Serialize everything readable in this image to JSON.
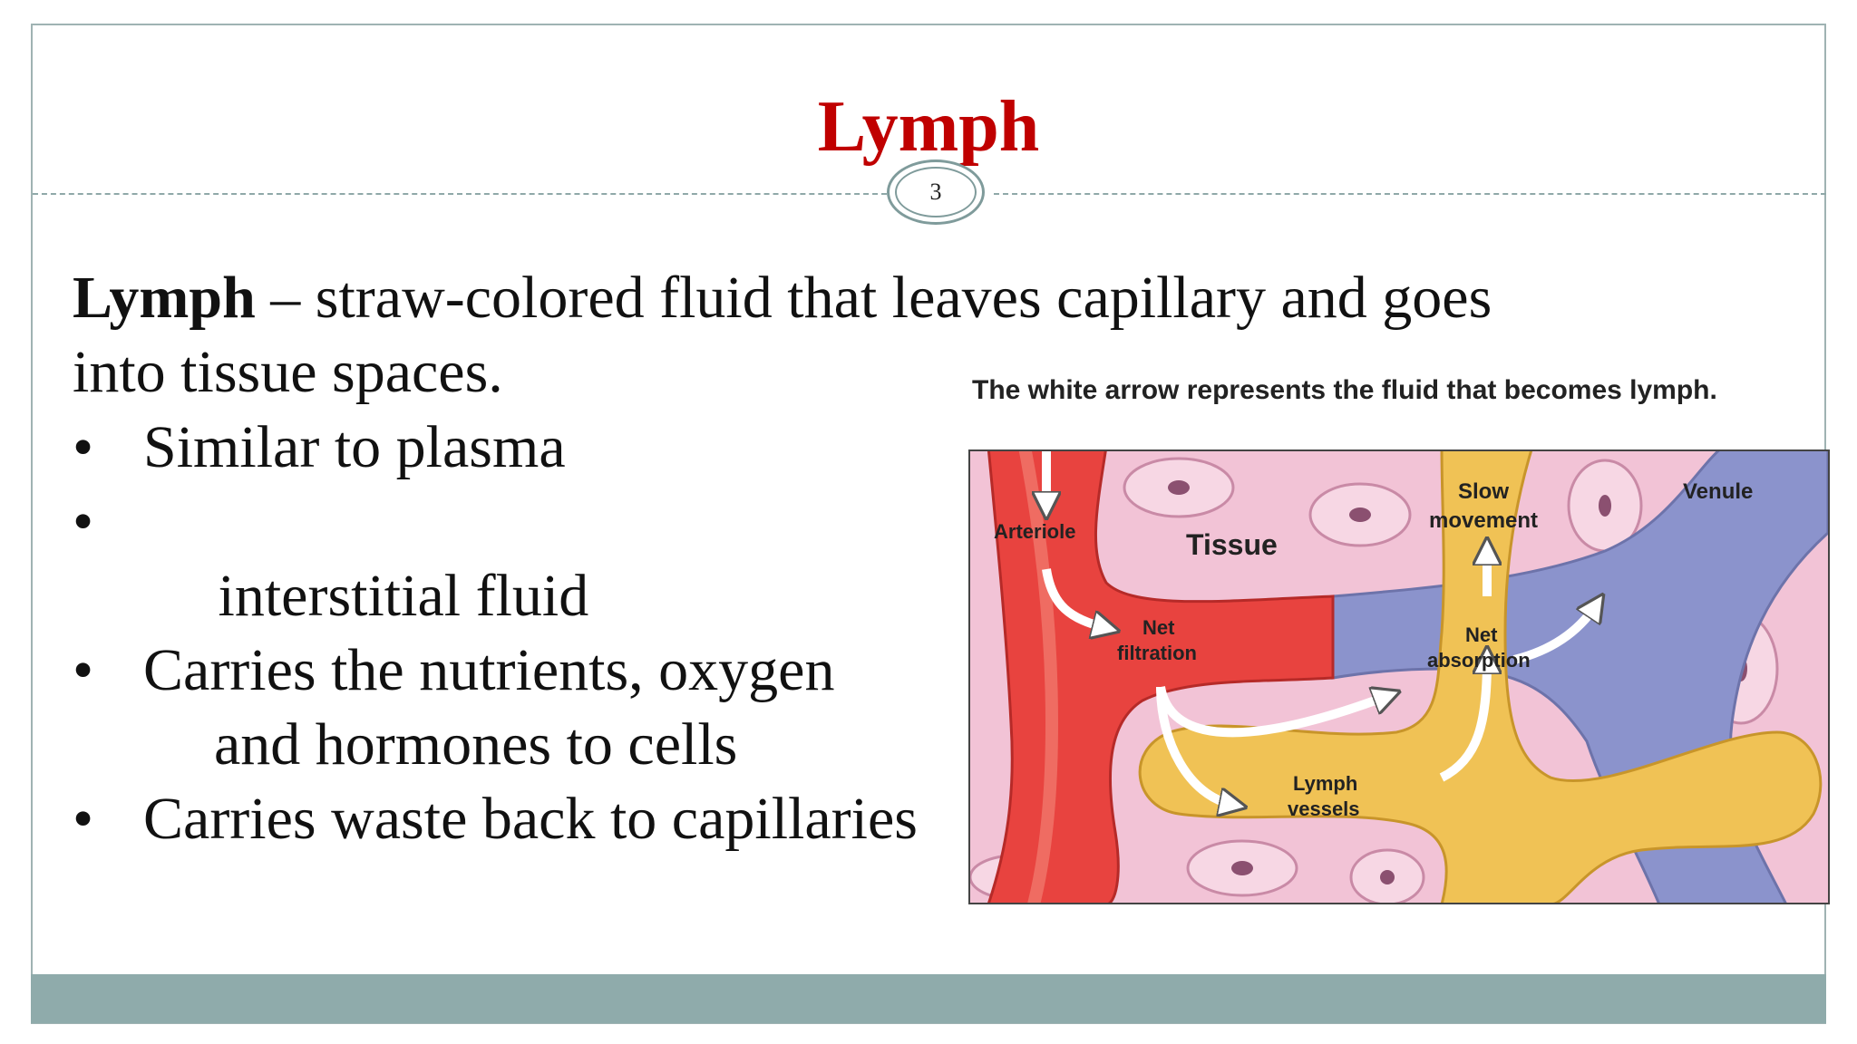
{
  "slide": {
    "title": "Lymph",
    "page_number": "3"
  },
  "content": {
    "definition_term": "Lymph",
    "definition_text": " – straw-colored fluid that leaves capillary and goes into tissue spaces.",
    "bullets": [
      {
        "text": "Similar to plasma"
      },
      {
        "text": " interstitial fluid"
      },
      {
        "text": "Carries the nutrients, oxygen",
        "continuation": "and hormones to cells"
      },
      {
        "text": "Carries waste back to capillaries"
      }
    ],
    "bullet_glyph": "•"
  },
  "figure": {
    "caption": "The white arrow represents the fluid that becomes lymph.",
    "labels": {
      "arteriole": "Arteriole",
      "tissue": "Tissue",
      "net_filtration_1": "Net",
      "net_filtration_2": "filtration",
      "slow_movement_1": "Slow",
      "slow_movement_2": "movement",
      "venule": "Venule",
      "net_absorption_1": "Net",
      "net_absorption_2": "absorption",
      "lymph_vessels_1": "Lymph",
      "lymph_vessels_2": "vessels"
    },
    "colors": {
      "tissue": "#f2c3d6",
      "arteriole": "#e8433f",
      "venule": "#8b93cc",
      "lymph": "#f0c255",
      "title": "#c00000",
      "footer": "#8fabab"
    }
  }
}
